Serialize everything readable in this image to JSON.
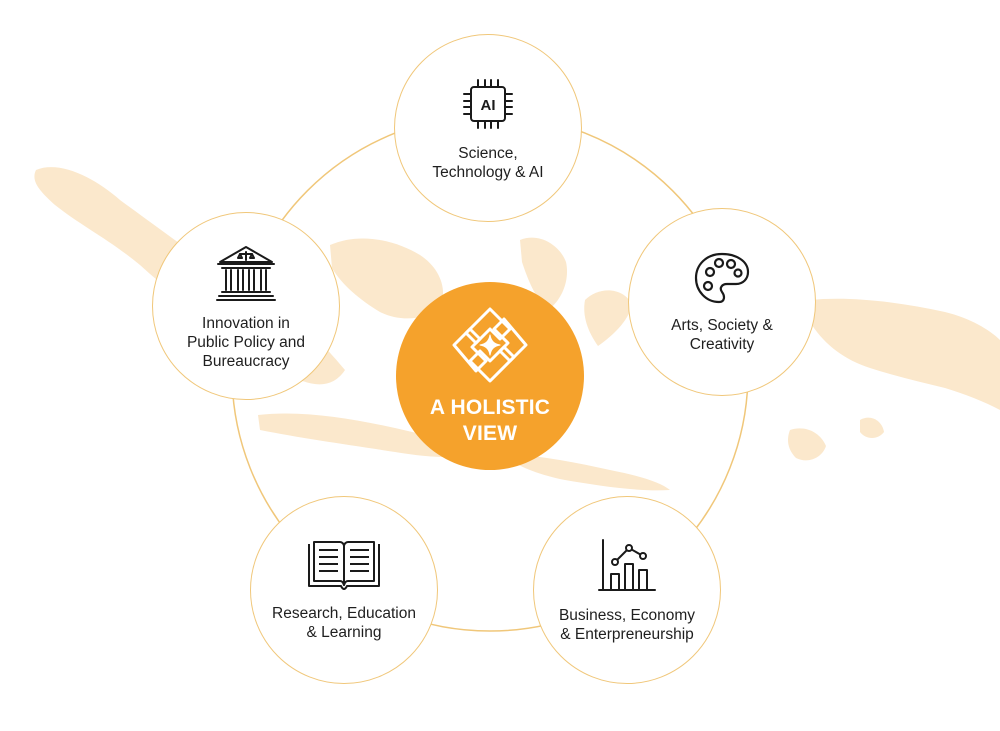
{
  "colors": {
    "accent": "#f5a22c",
    "ring": "#f0c77a",
    "map": "#fbe8cc",
    "icon": "#1a1a1a"
  },
  "center": {
    "title": "A HOLISTIC\nVIEW",
    "icon": "holistic-diamond-icon"
  },
  "nodes": [
    {
      "label": "Science,\nTechnology & AI",
      "icon": "ai-chip-icon",
      "chip_text": "AI"
    },
    {
      "label": "Arts, Society &\nCreativity",
      "icon": "palette-icon"
    },
    {
      "label": "Business, Economy\n& Enterpreneurship",
      "icon": "bar-chart-icon"
    },
    {
      "label": "Research, Education\n& Learning",
      "icon": "book-icon"
    },
    {
      "label": "Innovation in\nPublic Policy and\nBureaucracy",
      "icon": "government-building-icon"
    }
  ]
}
